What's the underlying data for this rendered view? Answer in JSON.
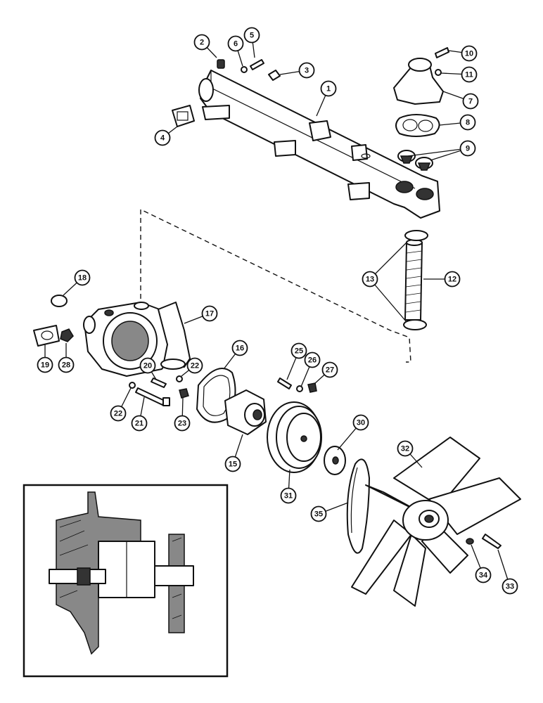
{
  "callouts": [
    {
      "id": "c1",
      "label": "1"
    },
    {
      "id": "c2",
      "label": "2"
    },
    {
      "id": "c3",
      "label": "3"
    },
    {
      "id": "c4",
      "label": "4"
    },
    {
      "id": "c5",
      "label": "5"
    },
    {
      "id": "c6",
      "label": "6"
    },
    {
      "id": "c7",
      "label": "7"
    },
    {
      "id": "c8",
      "label": "8"
    },
    {
      "id": "c9",
      "label": "9"
    },
    {
      "id": "c10",
      "label": "10"
    },
    {
      "id": "c11",
      "label": "11"
    },
    {
      "id": "c12",
      "label": "12"
    },
    {
      "id": "c13",
      "label": "13"
    },
    {
      "id": "c15",
      "label": "15"
    },
    {
      "id": "c16",
      "label": "16"
    },
    {
      "id": "c17",
      "label": "17"
    },
    {
      "id": "c18",
      "label": "18"
    },
    {
      "id": "c19",
      "label": "19"
    },
    {
      "id": "c20",
      "label": "20"
    },
    {
      "id": "c21",
      "label": "21"
    },
    {
      "id": "c22a",
      "label": "22"
    },
    {
      "id": "c22b",
      "label": "22"
    },
    {
      "id": "c23",
      "label": "23"
    },
    {
      "id": "c25",
      "label": "25"
    },
    {
      "id": "c26",
      "label": "26"
    },
    {
      "id": "c27",
      "label": "27"
    },
    {
      "id": "c28",
      "label": "28"
    },
    {
      "id": "c30",
      "label": "30"
    },
    {
      "id": "c31",
      "label": "31"
    },
    {
      "id": "c32",
      "label": "32"
    },
    {
      "id": "c33",
      "label": "33"
    },
    {
      "id": "c34",
      "label": "34"
    },
    {
      "id": "c35",
      "label": "35"
    }
  ]
}
